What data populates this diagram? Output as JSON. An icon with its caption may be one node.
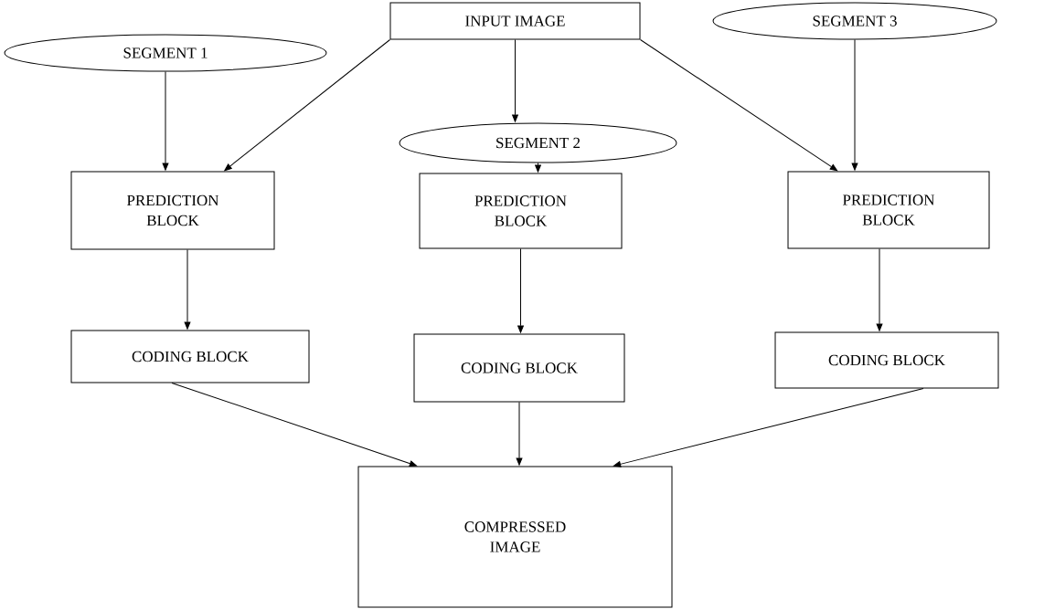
{
  "diagram": {
    "nodes": [
      {
        "text": [
          "INPUT IMAGE"
        ]
      },
      {
        "text": [
          "SEGMENT 1"
        ]
      },
      {
        "text": [
          "SEGMENT 2"
        ]
      },
      {
        "text": [
          "SEGMENT 3"
        ]
      },
      {
        "text": [
          "PREDICTION BLOCK"
        ]
      },
      {
        "text": [
          "PREDICTION BLOCK"
        ]
      },
      {
        "text": [
          "PREDICTION BLOCK"
        ]
      },
      {
        "text": [
          "CODING BLOCK"
        ]
      },
      {
        "text": [
          "CODING BLOCK"
        ]
      },
      {
        "text": [
          "CODING BLOCK"
        ]
      },
      {
        "text": [
          "COMPRESSED IMAGE"
        ]
      }
    ],
    "edges": [
      {
        "from": 1,
        "to": 4,
        "arrow": "to"
      },
      {
        "from": 0,
        "to": 4,
        "arrow": "to"
      },
      {
        "from": 0,
        "to": 2,
        "arrow": "to"
      },
      {
        "from": 2,
        "to": 5,
        "arrow": "to"
      },
      {
        "from": 0,
        "to": 6,
        "arrow": "to"
      },
      {
        "from": 3,
        "to": 6,
        "arrow": "to"
      },
      {
        "from": 4,
        "to": 7,
        "arrow": "to"
      },
      {
        "from": 5,
        "to": 8,
        "arrow": "to"
      },
      {
        "from": 6,
        "to": 9,
        "arrow": "to"
      },
      {
        "from": 7,
        "to": 10,
        "arrow": "to"
      },
      {
        "from": 8,
        "to": 10,
        "arrow": "to"
      },
      {
        "from": 9,
        "to": 10,
        "arrow": "to"
      }
    ]
  }
}
